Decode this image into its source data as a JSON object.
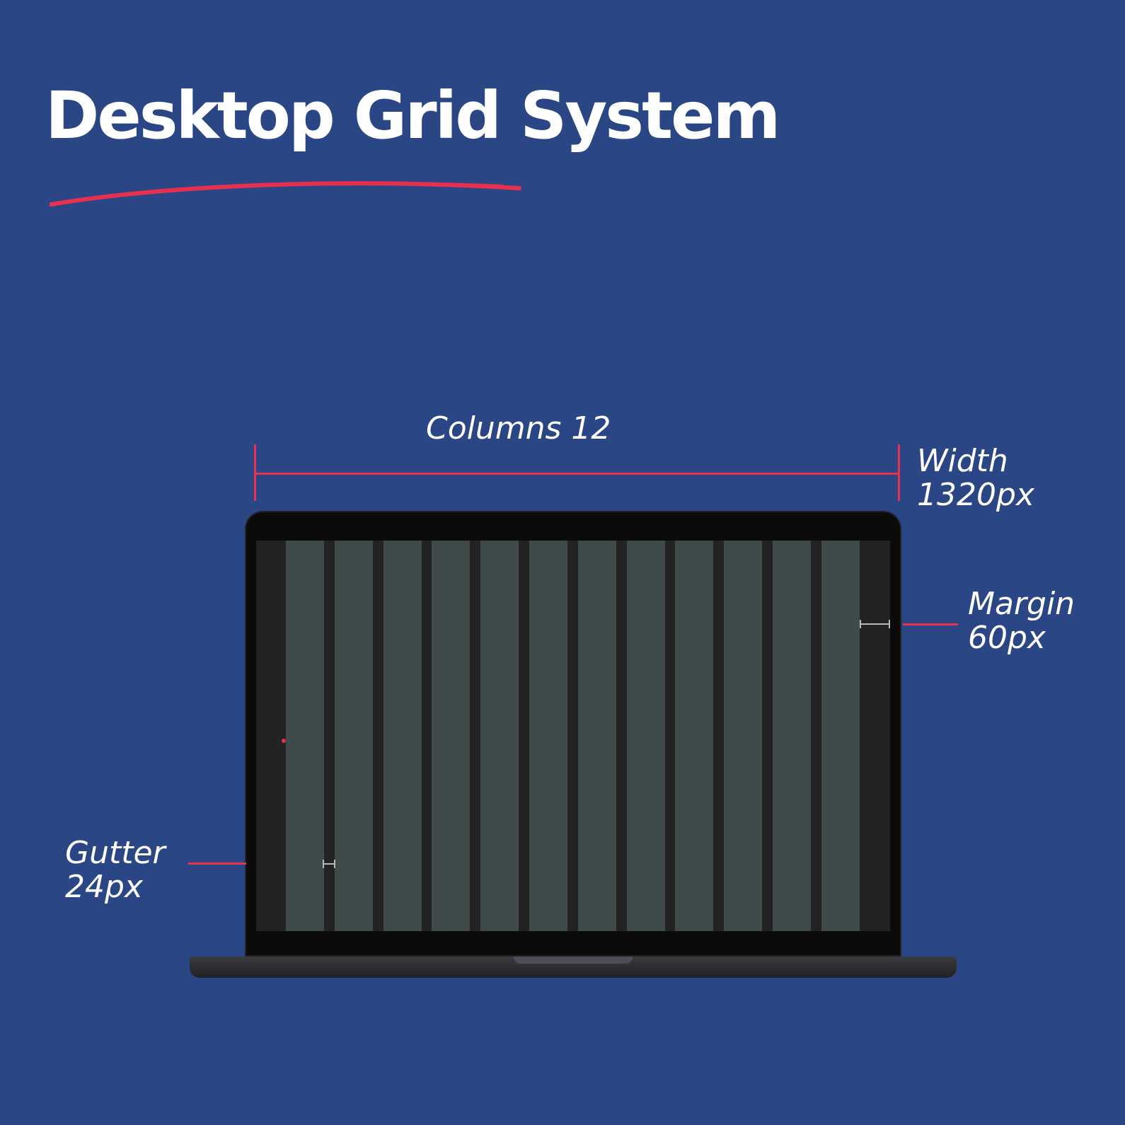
{
  "title": "Desktop Grid System",
  "columns_label": "Columns 12",
  "width_label": {
    "line1": "Width",
    "line2": "1320px"
  },
  "margin_label": {
    "line1": "Margin",
    "line2": "60px"
  },
  "gutter_label": {
    "line1": "Gutter",
    "line2": "24px"
  },
  "grid": {
    "columns": 12
  },
  "colors": {
    "background": "#2a4685",
    "accent": "#e8304f",
    "column": "#3f4a4b",
    "screen": "#232323",
    "text": "#ffffff"
  }
}
